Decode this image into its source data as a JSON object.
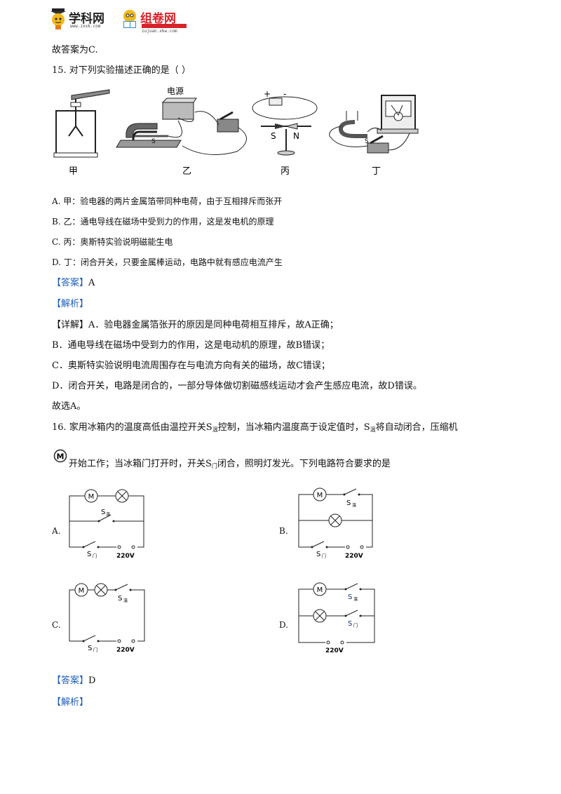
{
  "header": {
    "logo1_text": "学科网",
    "logo1_url": "www.zxxk.com",
    "logo2_text": "组卷网",
    "logo2_url": "zujuan.xkw.com"
  },
  "prev_answer": "故答案为C.",
  "q15": {
    "stem": "15. 对下列实验描述正确的是（      ）",
    "fig_power": "电源",
    "fig_labels": [
      "甲",
      "乙",
      "丙",
      "丁"
    ],
    "fig_ns": [
      "S",
      "N"
    ],
    "fig_pm": [
      "+",
      "-"
    ],
    "fig_s": "S",
    "options": [
      "A.  甲：验电器的两片金属箔带同种电荷，由于互相排斥而张开",
      "B.  乙：通电导线在磁场中受到力的作用，这是发电机的原理",
      "C.  丙：奥斯特实验说明磁能生电",
      "D.  丁：闭合开关，只要金属棒运动，电路中就有感应电流产生"
    ],
    "answer_tag": "【答案】",
    "answer": "A",
    "analysis_tag": "【解析】",
    "detail_tag": "【详解】",
    "detail": [
      "A．验电器金属箔张开的原因是同种电荷相互排斥，故A正确；",
      "B．通电导线在磁场中受到力的作用，这是电动机的原理，故B错误；",
      "C．奥斯特实验说明电流周围存在与电流方向有关的磁场，故C错误；",
      "D．闭合开关，电路是闭合的，一部分导体做切割磁感线运动才会产生感应电流，故D错误。"
    ],
    "conclusion": "故选A。"
  },
  "q16": {
    "stem_line1_a": "16. 家用冰箱内的温度高低由温控开关S",
    "stem_sub_wen": "温",
    "stem_line1_b": "控制，当冰箱内温度高于设定值时，S",
    "stem_line1_c": "将自动闭合，压缩机",
    "motor_symbol": "M",
    "stem_line2_a": "开始工作；当冰箱门打开时，开关S",
    "stem_sub_men": "门",
    "stem_line2_b": "闭合，照明灯发光。下列电路符合要求的是",
    "option_letters": [
      "A.",
      "B.",
      "C.",
      "D."
    ],
    "circuit_voltage": "220V",
    "circuit_s": "S",
    "answer_tag": "【答案】",
    "answer": "D",
    "analysis_tag": "【解析】"
  }
}
